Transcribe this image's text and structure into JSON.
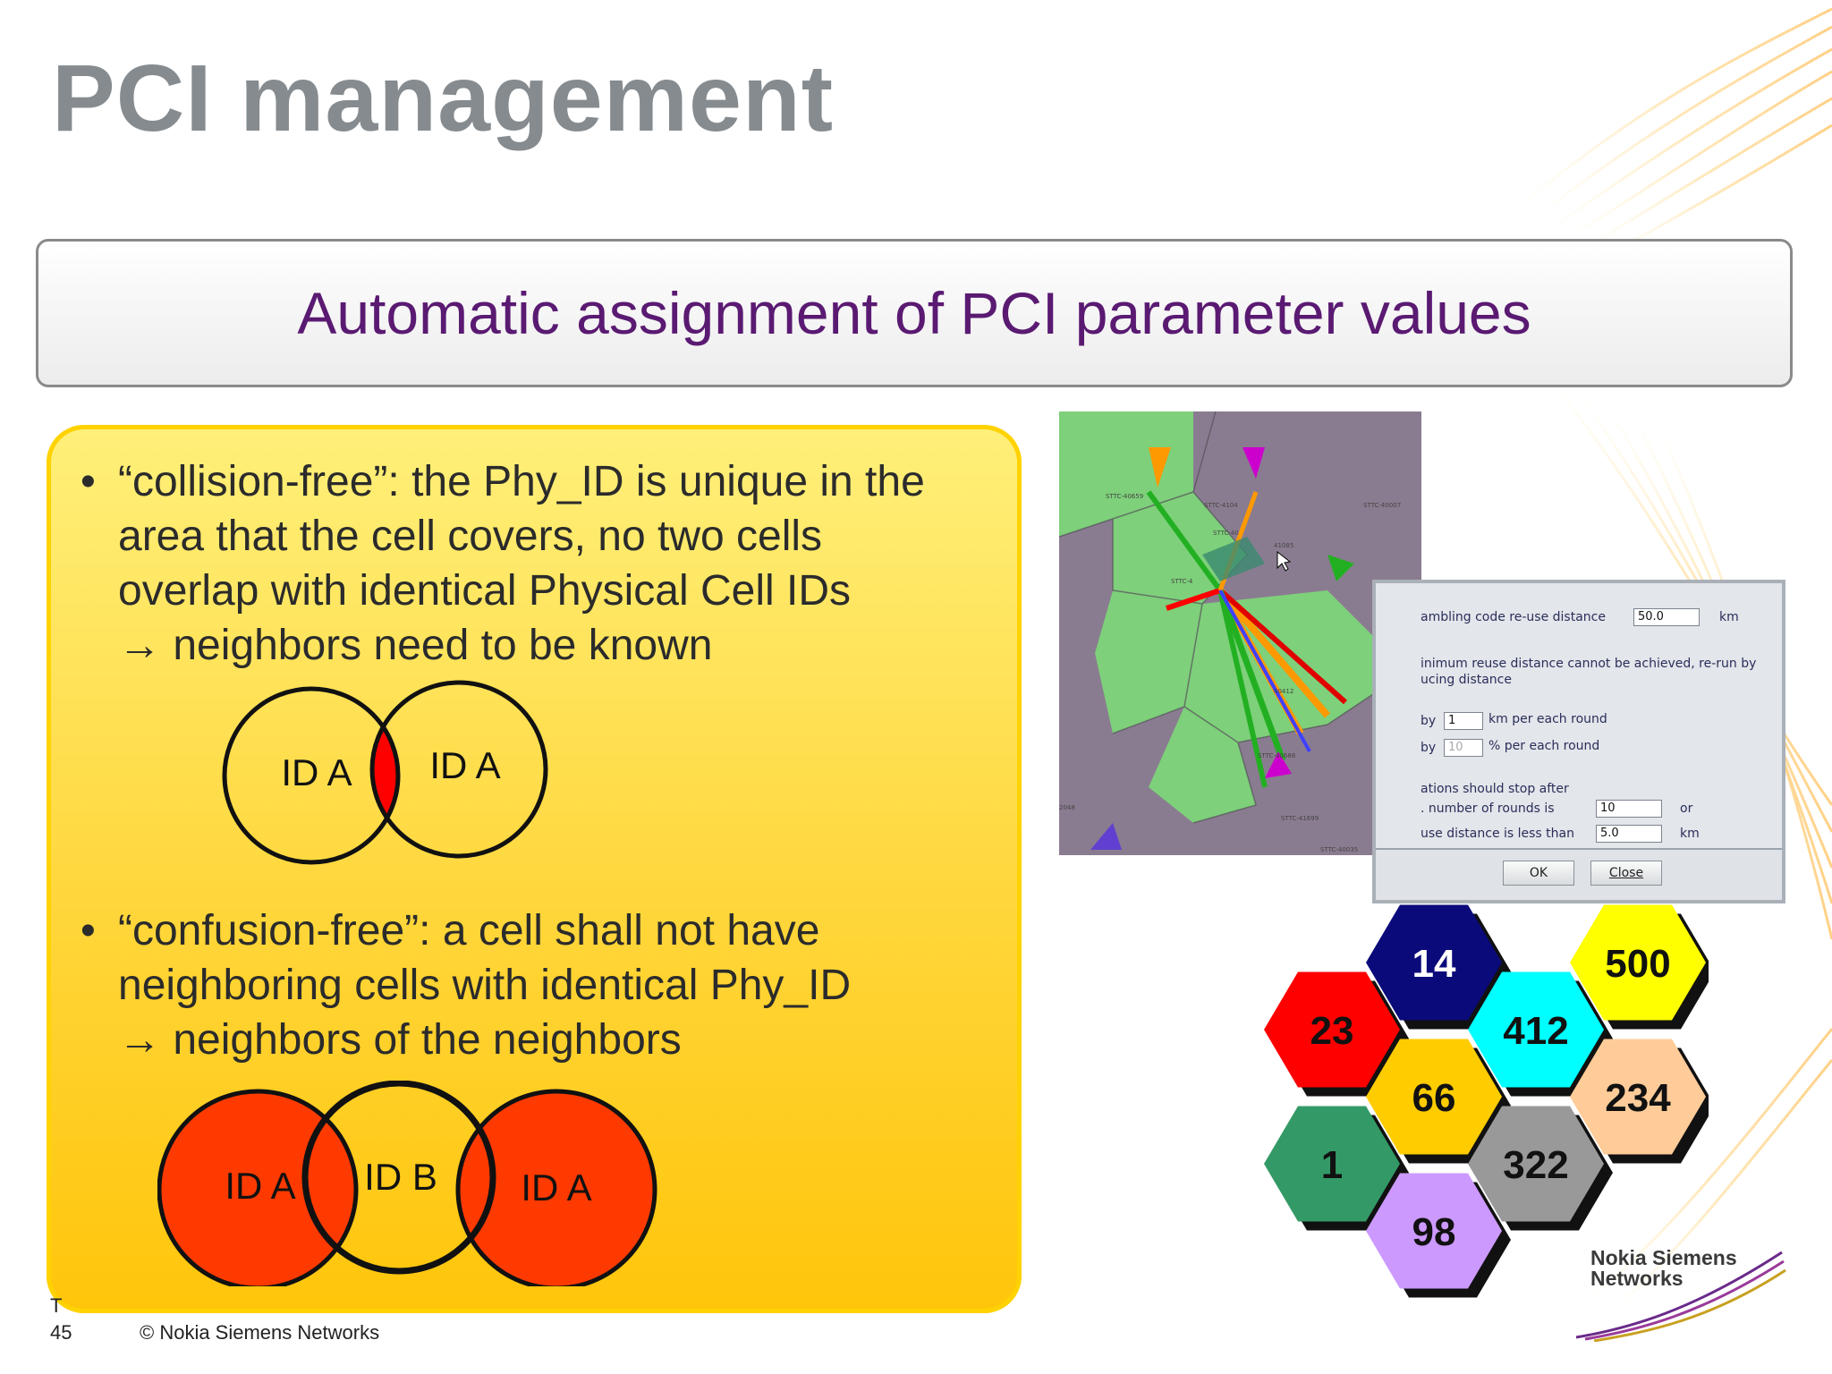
{
  "slide": {
    "title": "PCI management",
    "banner": "Automatic assignment of PCI parameter values",
    "page_number": "45",
    "copyright": "© Nokia Siemens Networks",
    "footer_partial": "T"
  },
  "bullets": [
    {
      "lines": [
        "“collision-free”: the Phy_ID is unique in the",
        "area that the cell covers, no two cells",
        "overlap with identical Physical Cell IDs",
        "→ neighbors need to be known"
      ]
    },
    {
      "lines": [
        "“confusion-free”: a cell shall not have",
        "neighboring cells with identical Phy_ID",
        "→ neighbors of the neighbors"
      ]
    }
  ],
  "diagram_collision": {
    "left_label": "ID A",
    "right_label": "ID A",
    "overlap_color": "#ff0000"
  },
  "diagram_confusion": {
    "left_label": "ID A",
    "middle_label": "ID B",
    "right_label": "ID A",
    "fill_color": "#ff3a00"
  },
  "dialog": {
    "reuse_label": "ambling code re-use distance",
    "reuse_value": "50.0",
    "reuse_unit": "km",
    "note_line1": "inimum reuse distance cannot be achieved, re-run by",
    "note_line2": "ucing distance",
    "by_km_prefix": "by",
    "by_km_value": "1",
    "by_km_suffix": "km per each round",
    "by_pct_prefix": "by",
    "by_pct_value": "10",
    "by_pct_suffix": "% per each round",
    "stop_line": "ations should stop after",
    "rounds_label": ". number of rounds is",
    "rounds_value": "10",
    "rounds_suffix": "or",
    "dist_label": "use distance is less than",
    "dist_value": "5.0",
    "dist_unit": "km",
    "ok_label": "OK",
    "close_label": "Close"
  },
  "map": {
    "site_labels": [
      "STTC-40659",
      "STTC-4104",
      "STTC-40007",
      "STTC-40",
      "41085",
      "STTC-4",
      "40412",
      "STTC-40688",
      "STTC-41699",
      "STTC-40035",
      "2048"
    ]
  },
  "hexes": [
    {
      "label": "14",
      "color": "#0a0a7a",
      "text_color": "#ffffff"
    },
    {
      "label": "500",
      "color": "#ffff00",
      "text_color": "#111111"
    },
    {
      "label": "23",
      "color": "#ff0000",
      "text_color": "#111111"
    },
    {
      "label": "412",
      "color": "#00ffff",
      "text_color": "#111111"
    },
    {
      "label": "66",
      "color": "#ffcc00",
      "text_color": "#111111"
    },
    {
      "label": "234",
      "color": "#ffcc99",
      "text_color": "#111111"
    },
    {
      "label": "1",
      "color": "#339966",
      "text_color": "#111111"
    },
    {
      "label": "322",
      "color": "#999999",
      "text_color": "#111111"
    },
    {
      "label": "98",
      "color": "#cc99ff",
      "text_color": "#111111"
    }
  ],
  "logo": {
    "line1": "Nokia Siemens",
    "line2": "Networks"
  }
}
